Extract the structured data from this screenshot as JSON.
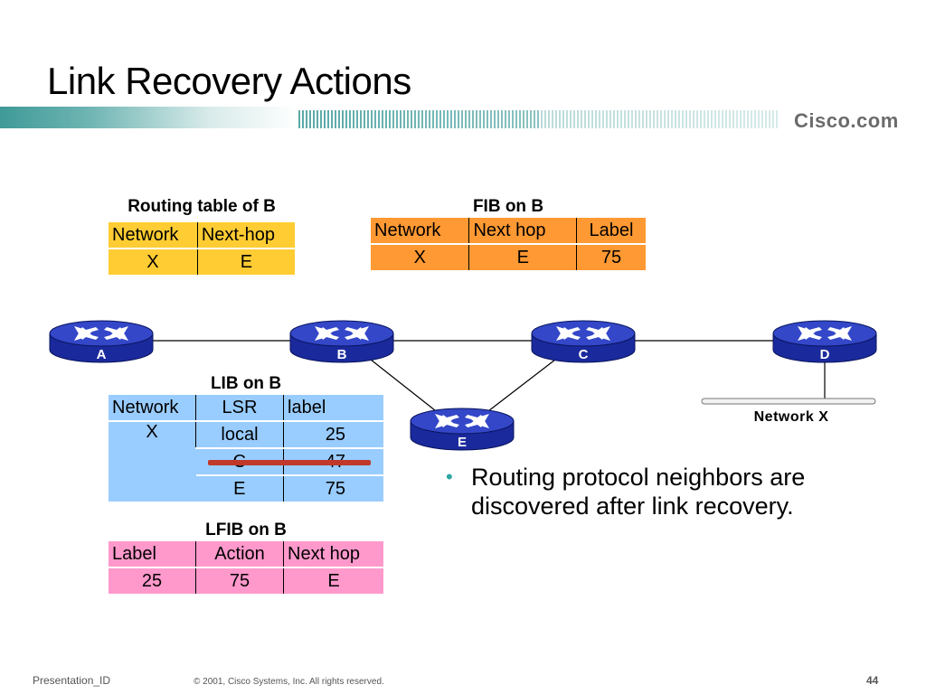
{
  "slide": {
    "title": "Link Recovery Actions",
    "brand": "Cisco.com",
    "footer_left": "Presentation_ID",
    "footer_copyright": "© 2001, Cisco Systems, Inc. All rights reserved.",
    "page_number": "44"
  },
  "routing_table": {
    "title": "Routing table of B",
    "headers": [
      "Network",
      "Next-hop"
    ],
    "rows": [
      [
        "X",
        "E"
      ]
    ]
  },
  "fib": {
    "title": "FIB on B",
    "headers": [
      "Network",
      "Next hop",
      "Label"
    ],
    "rows": [
      [
        "X",
        "E",
        "75"
      ]
    ]
  },
  "lib": {
    "title": "LIB on B",
    "headers": [
      "Network",
      "LSR",
      "label"
    ],
    "network": "X",
    "rows": [
      [
        "local",
        "25"
      ],
      [
        "C",
        "47"
      ],
      [
        "E",
        "75"
      ]
    ]
  },
  "lfib": {
    "title": "LFIB on B",
    "headers": [
      "Label",
      "Action",
      "Next hop"
    ],
    "rows": [
      [
        "25",
        "75",
        "E"
      ]
    ]
  },
  "routers": {
    "a": "A",
    "b": "B",
    "c": "C",
    "d": "D",
    "e": "E"
  },
  "network_label": "Network X",
  "bullet_text": "Routing protocol neighbors are discovered after link recovery.",
  "colors": {
    "routing_table": "#ffcc33",
    "fib": "#ff9933",
    "lib": "#99ccff",
    "lfib": "#ff99cc",
    "router": "#1a2a9c",
    "strike": "#c0392b",
    "bullet": "#2ea7a5"
  },
  "icons": [
    "router-icon"
  ]
}
